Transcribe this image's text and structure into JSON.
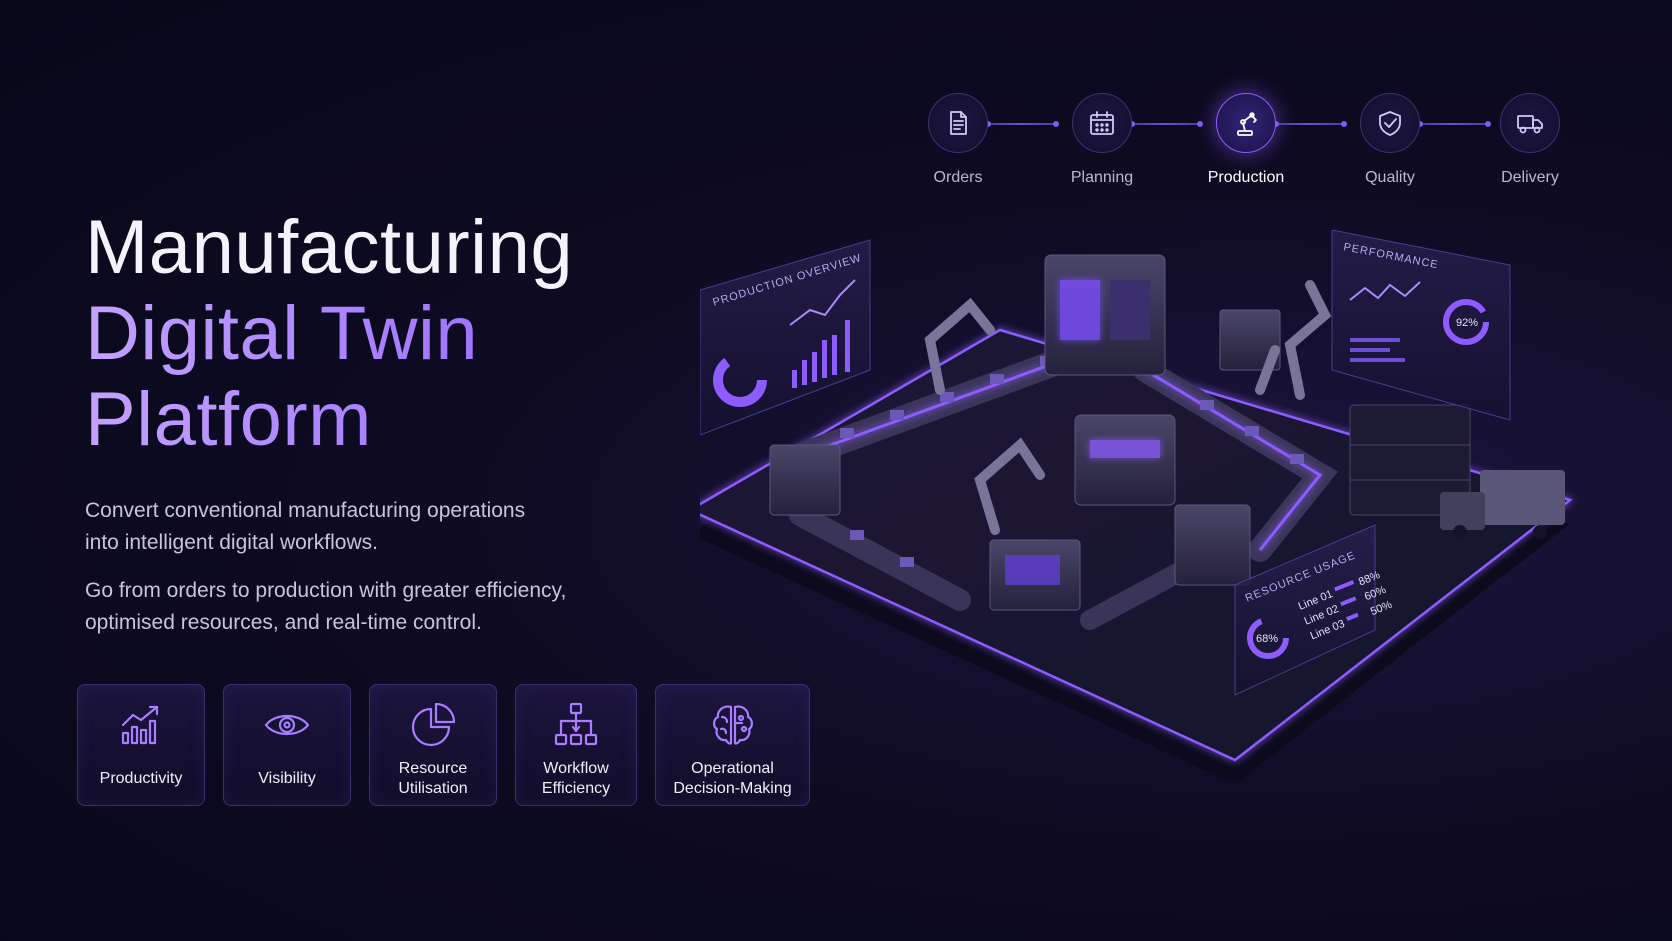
{
  "hero": {
    "title_line1": "Manufacturing",
    "title_line2": "Digital Twin",
    "title_line3": "Platform",
    "desc1_line1": "Convert conventional manufacturing operations",
    "desc1_line2": "into intelligent digital workflows.",
    "desc2_line1": "Go from orders to production with greater efficiency,",
    "desc2_line2": "optimised resources, and real-time control."
  },
  "features": [
    {
      "line1": "Productivity",
      "line2": "",
      "icon": "bar-chart-trend-icon"
    },
    {
      "line1": "Visibility",
      "line2": "",
      "icon": "eye-icon"
    },
    {
      "line1": "Resource",
      "line2": "Utilisation",
      "icon": "pie-chart-icon"
    },
    {
      "line1": "Workflow",
      "line2": "Efficiency",
      "icon": "workflow-icon"
    },
    {
      "line1": "Operational",
      "line2": "Decision-Making",
      "icon": "brain-icon"
    }
  ],
  "flow": {
    "active": "Production",
    "steps": [
      {
        "label": "Orders",
        "icon": "document-icon"
      },
      {
        "label": "Planning",
        "icon": "calendar-icon"
      },
      {
        "label": "Production",
        "icon": "robot-arm-icon"
      },
      {
        "label": "Quality",
        "icon": "shield-check-icon"
      },
      {
        "label": "Delivery",
        "icon": "truck-icon"
      }
    ]
  },
  "scene": {
    "production_panel_title": "PRODUCTION OVERVIEW",
    "performance_panel_title": "PERFORMANCE",
    "performance_value": "92%",
    "resource_panel_title": "RESOURCE USAGE",
    "resource_value": "68%",
    "lines": [
      {
        "label": "Line 01",
        "value": "88%"
      },
      {
        "label": "Line 02",
        "value": "60%"
      },
      {
        "label": "Line 03",
        "value": "50%"
      }
    ]
  },
  "colors": {
    "accent": "#9b6cf7",
    "accent_glow": "#8d5cff",
    "background": "#0e0b22",
    "card_border": "#3b2f6e"
  }
}
